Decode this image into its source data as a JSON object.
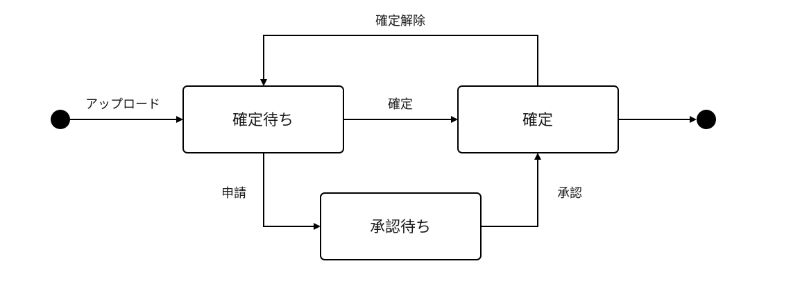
{
  "diagram": {
    "states": {
      "pending_confirm": "確定待ち",
      "confirmed": "確定",
      "pending_approval": "承認待ち"
    },
    "transitions": {
      "upload": "アップロード",
      "confirm": "確定",
      "unconfirm": "確定解除",
      "apply": "申請",
      "approve": "承認"
    }
  }
}
